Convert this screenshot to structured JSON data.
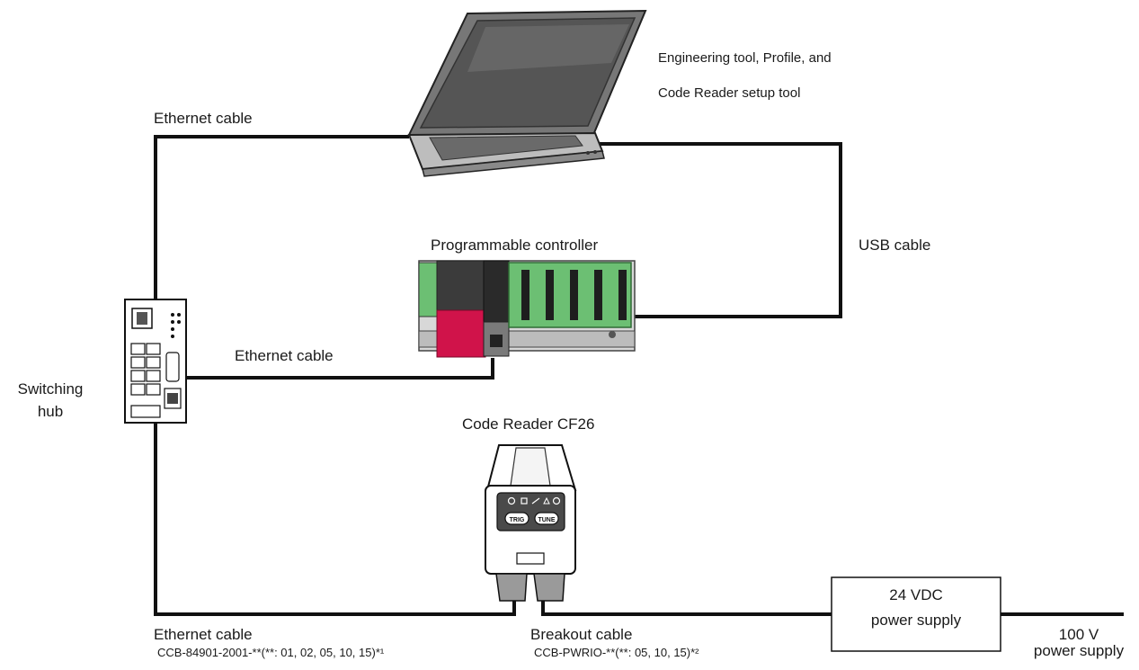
{
  "labels": {
    "laptop_tools_line1": "Engineering tool, Profile, and",
    "laptop_tools_line2": "Code Reader setup tool",
    "ethernet_cable_top": "Ethernet cable",
    "programmable_controller": "Programmable controller",
    "usb_cable": "USB cable",
    "ethernet_cable_middle": "Ethernet cable",
    "switching_hub_line1": "Switching",
    "switching_hub_line2": "hub",
    "code_reader": "Code Reader CF26",
    "ethernet_cable_bottom": "Ethernet cable",
    "ethernet_cable_part": "CCB-84901-2001-**(**: 01, 02, 05, 10, 15)*¹",
    "breakout_cable": "Breakout cable",
    "breakout_cable_part": "CCB-PWRIO-**(**: 05, 10, 15)*²",
    "psu_24v_line1": "24 VDC",
    "psu_24v_line2": "power supply",
    "psu_100v_line1": "100 V",
    "psu_100v_line2": "power supply"
  },
  "reader_buttons": {
    "trig": "TRIG",
    "tune": "TUNE"
  },
  "colors": {
    "cable": "#111111",
    "cpu_red": "#d0134a",
    "base_green": "#6cbf73",
    "device_gray": "#cfcfcf",
    "dark_gray": "#4a4a4a"
  }
}
